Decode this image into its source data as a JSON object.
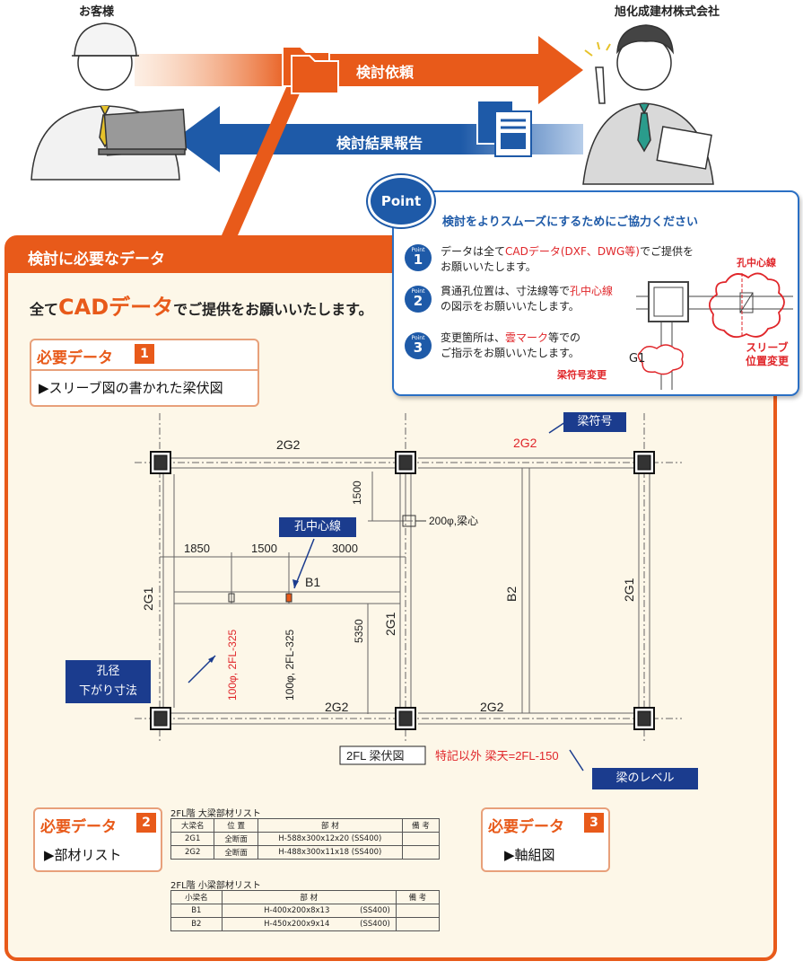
{
  "header": {
    "customer_label": "お客様",
    "company_label": "旭化成建材株式会社",
    "request_arrow": "検討依頼",
    "report_arrow": "検討結果報告"
  },
  "point": {
    "badge": "Point",
    "title": "検討をよりスムーズにするためにご協力ください",
    "items": [
      {
        "num_label": "Point",
        "num": "1",
        "line1_a": "データは全て",
        "line1_red": "CADデータ(DXF、DWG等)",
        "line1_b": "でご提供を",
        "line2": "お願いいたします。"
      },
      {
        "num_label": "Point",
        "num": "2",
        "line1_a": "貫通孔位置は、寸法線等で",
        "line1_red": "孔中心線",
        "line1_b": "",
        "line2": "の図示をお願いいたします。"
      },
      {
        "num_label": "Point",
        "num": "3",
        "line1_a": "変更箇所は、",
        "line1_red": "雲マーク",
        "line1_b": "等での",
        "line2": "ご指示をお願いいたします。"
      }
    ],
    "sketch": {
      "hole_center_label": "孔中心線",
      "sleeve_change_1": "スリーブ",
      "sleeve_change_2": "位置変更",
      "g1": "G1",
      "beam_symbol_change": "梁符号変更"
    }
  },
  "panel": {
    "title": "検討に必要なデータ",
    "subtitle_a": "全て",
    "subtitle_cad": "CADデータ",
    "subtitle_b": "でご提供をお願いいたします。",
    "need1": {
      "label": "必要データ",
      "num": "1",
      "desc": "▶スリーブ図の書かれた梁伏図"
    },
    "need2": {
      "label": "必要データ",
      "num": "2",
      "desc": "▶部材リスト"
    },
    "need3": {
      "label": "必要データ",
      "num": "3",
      "desc": "▶軸組図"
    }
  },
  "plan": {
    "top_beam": "2G2",
    "top_beam_red": "2G2",
    "beam_symbol_callout": "梁符号",
    "dim_1500_v": "1500",
    "sleeve_note": "200φ,梁心",
    "hole_center_callout": "孔中心線",
    "dim_1850": "1850",
    "dim_1500": "1500",
    "dim_3000": "3000",
    "b1": "B1",
    "b2": "B2",
    "left_2g1": "2G1",
    "mid_2g1": "2G1",
    "right_2g1": "2G1",
    "dim_5350": "5350",
    "hole1": "100φ, 2FL-325",
    "hole2": "100φ, 2FL-325",
    "hole_dia_callout_1": "孔径",
    "hole_dia_callout_2": "下がり寸法",
    "bottom_2g2_a": "2G2",
    "bottom_2g2_b": "2G2",
    "plan_title": "2FL 梁伏図",
    "level_note": "特記以外 梁天=2FL-150",
    "beam_level_callout": "梁のレベル"
  },
  "big_beam_list": {
    "caption": "2FL階 大梁部材リスト",
    "headers": [
      "大梁名",
      "位 置",
      "部 材",
      "備 考"
    ],
    "rows": [
      [
        "2G1",
        "全断面",
        "H-588x300x12x20 (SS400)",
        ""
      ],
      [
        "2G2",
        "全断面",
        "H-488x300x11x18 (SS400)",
        ""
      ]
    ]
  },
  "small_beam_list": {
    "caption": "2FL階 小梁部材リスト",
    "headers": [
      "小梁名",
      "部 材",
      "",
      "備 考"
    ],
    "rows": [
      [
        "B1",
        "H-400x200x8x13",
        "(SS400)",
        ""
      ],
      [
        "B2",
        "H-450x200x9x14",
        "(SS400)",
        ""
      ]
    ]
  },
  "colors": {
    "orange": "#e85a1a",
    "blue": "#1e5aa8",
    "navy": "#1b3c8e",
    "red": "#e0262a",
    "cream": "#fdf7e8"
  }
}
